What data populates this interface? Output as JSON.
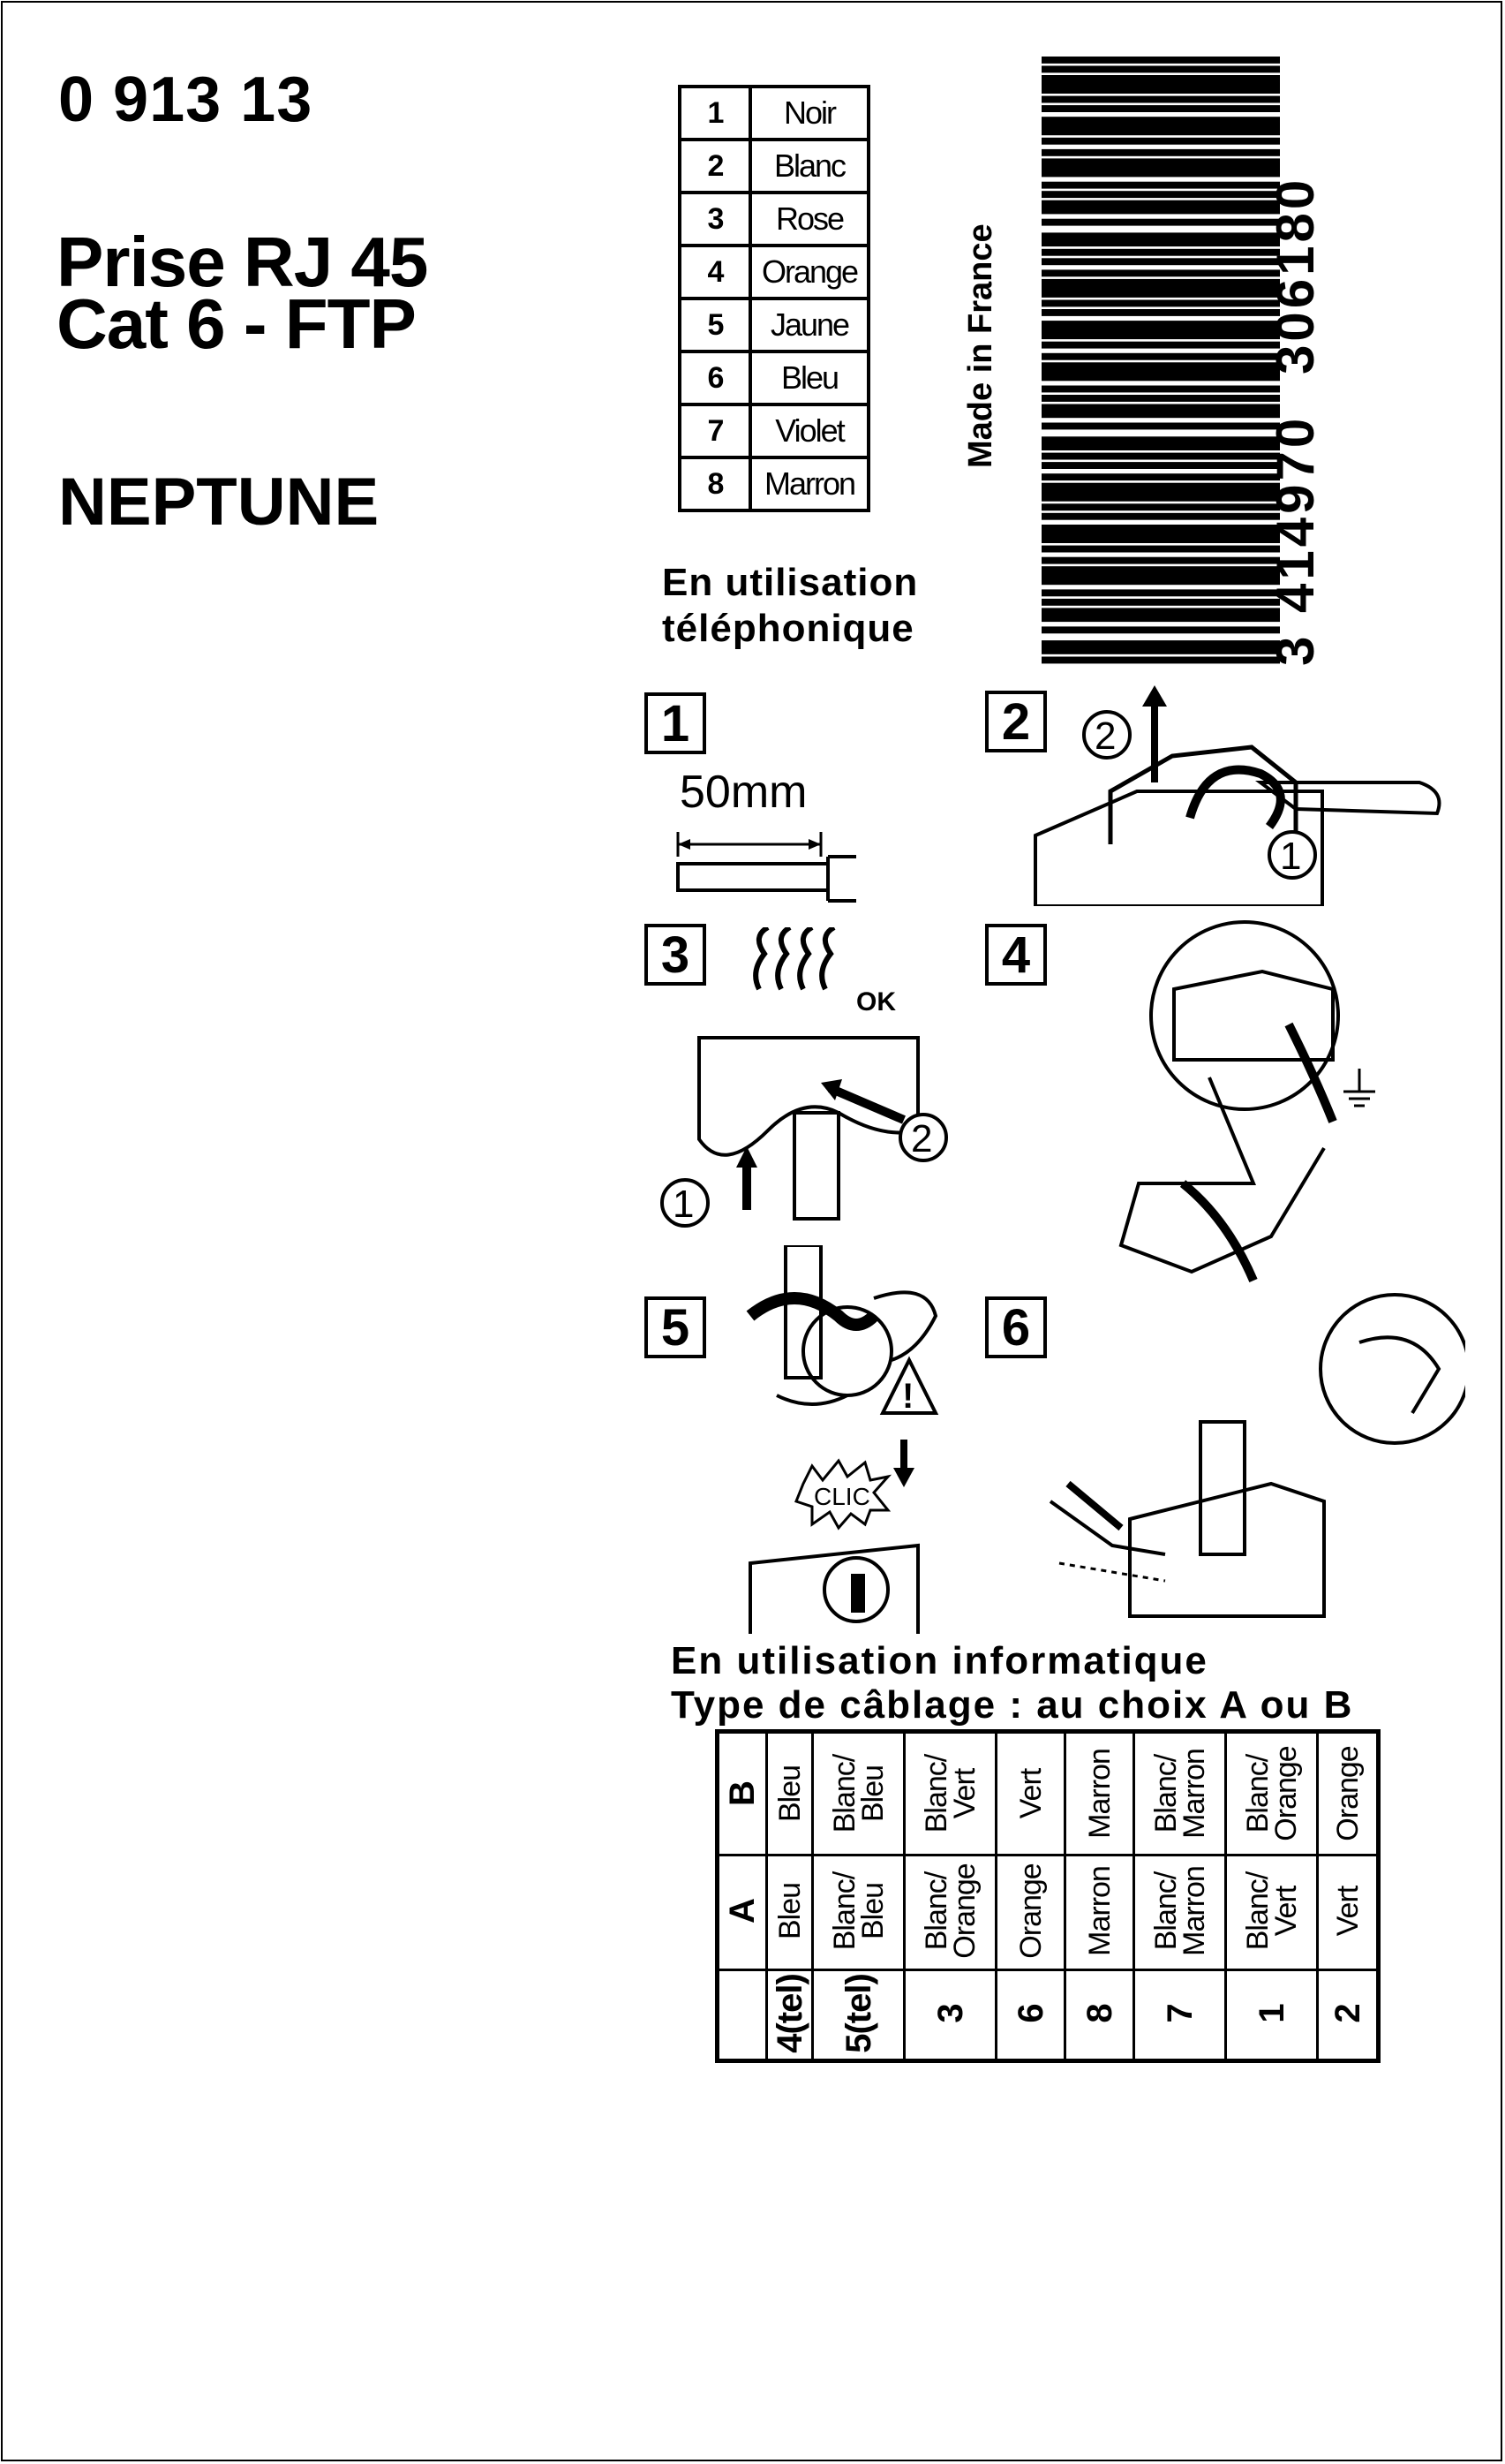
{
  "product": {
    "reference": "0 913 13",
    "title_line1": "Prise RJ 45",
    "title_line2": "Cat 6 - FTP",
    "brand": "NEPTUNE"
  },
  "phone_table": {
    "rows": [
      {
        "pin": "1",
        "color": "Noir"
      },
      {
        "pin": "2",
        "color": "Blanc"
      },
      {
        "pin": "3",
        "color": "Rose"
      },
      {
        "pin": "4",
        "color": "Orange"
      },
      {
        "pin": "5",
        "color": "Jaune"
      },
      {
        "pin": "6",
        "color": "Bleu"
      },
      {
        "pin": "7",
        "color": "Violet"
      },
      {
        "pin": "8",
        "color": "Marron"
      }
    ],
    "caption_line1": "En utilisation",
    "caption_line2": "téléphonique"
  },
  "made_in": "Made in France",
  "barcode": {
    "digit_first": "3",
    "group1": "414970",
    "group2": "306180"
  },
  "steps": {
    "s1": "1",
    "s2": "2",
    "s3": "3",
    "s4": "4",
    "s5": "5",
    "s6": "6",
    "strip_length": "50mm",
    "ok_label": "OK",
    "clic_label": "CLIC",
    "circle1": "1",
    "circle2": "2"
  },
  "info": {
    "caption_line1": "En utilisation informatique",
    "caption_line2": "Type de câblage : au choix A ou B"
  },
  "cabling_table": {
    "header_a": "A",
    "header_b": "B",
    "columns": [
      {
        "pin": "4(tel)",
        "a": "Bleu",
        "b": "Bleu"
      },
      {
        "pin": "5(tel)",
        "a": "Blanc/\nBleu",
        "b": "Blanc/\nBleu"
      },
      {
        "pin": "3",
        "a": "Blanc/\nOrange",
        "b": "Blanc/\nVert"
      },
      {
        "pin": "6",
        "a": "Orange",
        "b": "Vert"
      },
      {
        "pin": "8",
        "a": "Marron",
        "b": "Marron"
      },
      {
        "pin": "7",
        "a": "Blanc/\nMarron",
        "b": "Blanc/\nMarron"
      },
      {
        "pin": "1",
        "a": "Blanc/\nVert",
        "b": "Blanc/\nOrange"
      },
      {
        "pin": "2",
        "a": "Vert",
        "b": "Orange"
      }
    ]
  }
}
